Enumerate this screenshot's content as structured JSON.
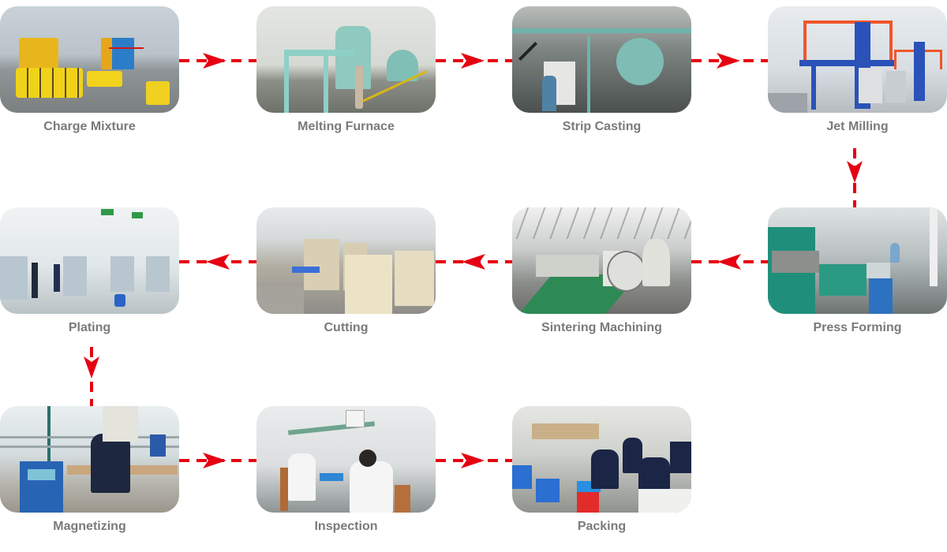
{
  "diagram": {
    "type": "process-flow",
    "accent_color": "#e60012",
    "label_color": "#7a7a7a",
    "steps": [
      {
        "index": 1,
        "label": "Charge Mixture",
        "row": 1,
        "col": 1,
        "scene": "warehouse with rows of yellow drums and blue barrels"
      },
      {
        "index": 2,
        "label": "Melting Furnace",
        "row": 1,
        "col": 2,
        "scene": "light-green vacuum melting furnace with frame and gas cylinder"
      },
      {
        "index": 3,
        "label": "Strip Casting",
        "row": 1,
        "col": 3,
        "scene": "teal strip casting machine on steel platform, worker in blue"
      },
      {
        "index": 4,
        "label": "Jet Milling",
        "row": 1,
        "col": 4,
        "scene": "blue jet mill towers with orange railings"
      },
      {
        "index": 5,
        "label": "Press Forming",
        "row": 2,
        "col": 4,
        "scene": "green press machines with workers in blue"
      },
      {
        "index": 6,
        "label": "Sintering Machining",
        "row": 2,
        "col": 3,
        "scene": "row of white sintering vacuum furnaces, green floor"
      },
      {
        "index": 7,
        "label": "Cutting",
        "row": 2,
        "col": 2,
        "scene": "rows of beige cutting machines with blue trays"
      },
      {
        "index": 8,
        "label": "Plating",
        "row": 2,
        "col": 1,
        "scene": "bright plating line with workers and green signs"
      },
      {
        "index": 9,
        "label": "Magnetizing",
        "row": 3,
        "col": 1,
        "scene": "man in dark jacket at magnetizer and wooden table"
      },
      {
        "index": 10,
        "label": "Inspection",
        "row": 3,
        "col": 2,
        "scene": "workers in white coats at inspection bench"
      },
      {
        "index": 11,
        "label": "Packing",
        "row": 3,
        "col": 3,
        "scene": "workers in navy uniforms packing at benches with blue crates"
      }
    ],
    "connections": [
      {
        "from": "Charge Mixture",
        "to": "Melting Furnace",
        "direction": "right"
      },
      {
        "from": "Melting Furnace",
        "to": "Strip Casting",
        "direction": "right"
      },
      {
        "from": "Strip Casting",
        "to": "Jet Milling",
        "direction": "right"
      },
      {
        "from": "Jet Milling",
        "to": "Press Forming",
        "direction": "down"
      },
      {
        "from": "Press Forming",
        "to": "Sintering Machining",
        "direction": "left"
      },
      {
        "from": "Sintering Machining",
        "to": "Cutting",
        "direction": "left"
      },
      {
        "from": "Cutting",
        "to": "Plating",
        "direction": "left"
      },
      {
        "from": "Plating",
        "to": "Magnetizing",
        "direction": "down"
      },
      {
        "from": "Magnetizing",
        "to": "Inspection",
        "direction": "right"
      },
      {
        "from": "Inspection",
        "to": "Packing",
        "direction": "right"
      }
    ]
  }
}
